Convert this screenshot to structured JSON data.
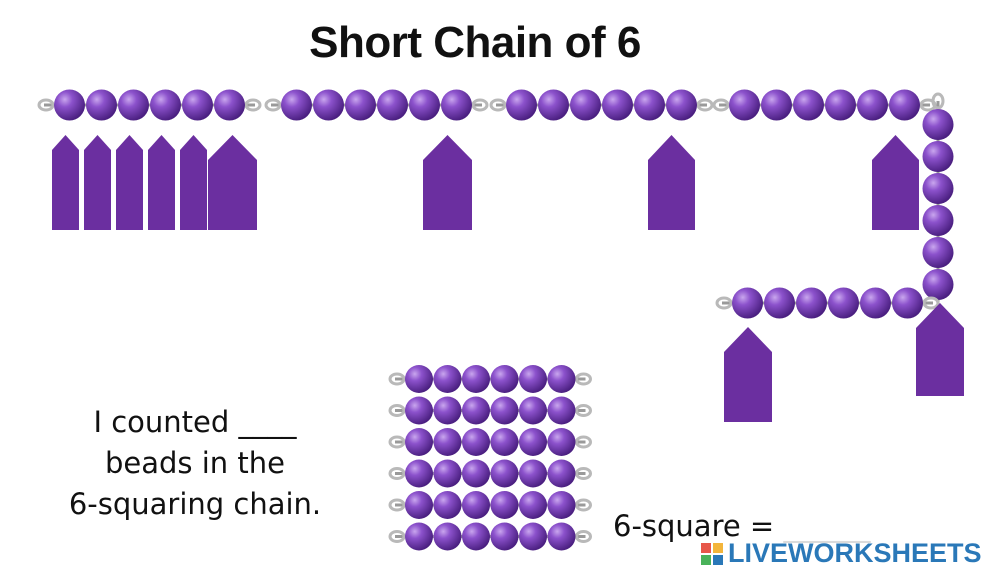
{
  "title": "Short Chain of 6",
  "counted_text": {
    "line1": "I counted ____",
    "line2": "beads in the",
    "line3": "6-squaring chain."
  },
  "square_equation": "6-square = ______",
  "brand": {
    "name": "LIVEWORKSHEETS"
  },
  "colors": {
    "bead": "#7a3fb8",
    "tag": "#6b2fa0",
    "link": "#b9b9b9",
    "brand": "#2a78b8"
  }
}
